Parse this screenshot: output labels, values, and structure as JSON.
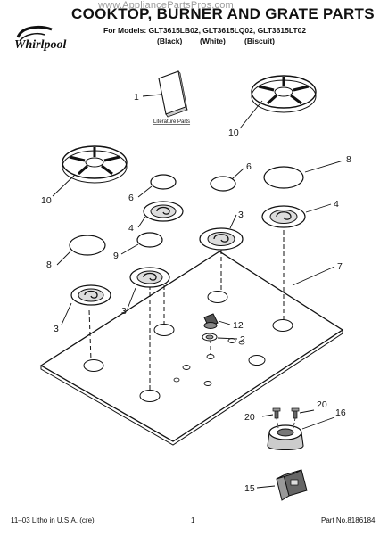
{
  "watermark": "www.AppliancePartsPros.com",
  "brand": "Whirlpool",
  "title": "COOKTOP, BURNER AND GRATE PARTS",
  "models_line": "For Models: GLT3615LB02, GLT3615LQ02, GLT3615LT02",
  "colors": [
    "(Black)",
    "(White)",
    "(Biscuit)"
  ],
  "literature_label": "Literature Parts",
  "callouts": [
    "1",
    "10",
    "10",
    "6",
    "6",
    "8",
    "8",
    "4",
    "4",
    "3",
    "3",
    "3",
    "9",
    "7",
    "12",
    "2",
    "20",
    "20",
    "16",
    "15"
  ],
  "footer": {
    "left": "11–03 Litho in U.S.A. (cre)",
    "center": "1",
    "right": "Part No.8186184"
  }
}
